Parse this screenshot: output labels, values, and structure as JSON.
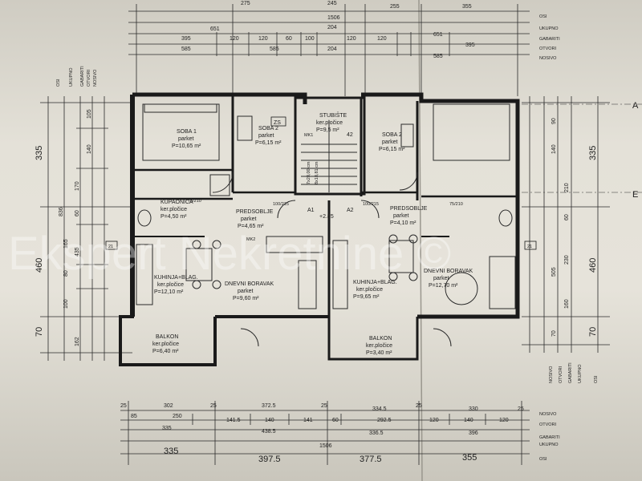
{
  "watermark": "Ekspert Nekretnine ©",
  "top_dims": {
    "row1": [
      "275",
      "245",
      "255",
      "355"
    ],
    "row2": [
      "1506"
    ],
    "row3": [
      "651",
      "204",
      "651"
    ],
    "row4": [
      "395",
      "120",
      "120",
      "60",
      "100",
      "120",
      "120",
      "395"
    ],
    "row5": [
      "585",
      "585",
      "204",
      "585"
    ],
    "labels_right": [
      "OSI",
      "UKUPNO",
      "GABARITI",
      "OTVORI",
      "NOSIVO"
    ]
  },
  "left_dims": {
    "labels": [
      "OSI",
      "UKUPNO",
      "GABARITI",
      "OTVORI",
      "NOSIVO"
    ],
    "big": [
      "335",
      "460",
      "70"
    ],
    "mid": [
      "836",
      "435"
    ],
    "small": [
      "105",
      "140",
      "170",
      "60",
      "165",
      "80",
      "100",
      "162"
    ]
  },
  "right_dims": {
    "labels": [
      "NOSIVO",
      "OTVORI",
      "GABARITI",
      "UKUPNO",
      "OSI"
    ],
    "big": [
      "335",
      "460",
      "70"
    ],
    "small": [
      "90",
      "140",
      "210",
      "60",
      "505",
      "230",
      "160",
      "70"
    ]
  },
  "bottom_dims": {
    "row1": [
      "25",
      "302",
      "25",
      "372.5",
      "25",
      "334.5",
      "25",
      "330",
      "25"
    ],
    "row2": [
      "85",
      "250",
      "141.5",
      "140",
      "141",
      "60",
      "292.5",
      "120",
      "140",
      "120"
    ],
    "row3": [
      "335",
      "438.5",
      "336.5",
      "396"
    ],
    "row4": [
      "1506"
    ],
    "row5": [
      "335",
      "397.5",
      "377.5",
      "355"
    ],
    "labels_right": [
      "NOSIVO",
      "OTVORI",
      "GABARITI",
      "UKUPNO",
      "OSI"
    ]
  },
  "grid_marks": {
    "right_a": "A",
    "right_e": "E"
  },
  "rooms": [
    {
      "name": "SOBA 1",
      "finish": "parket",
      "area": "P=10,65 m²"
    },
    {
      "name": "SOBA 2",
      "finish": "parket",
      "area": "P=6,15 m²"
    },
    {
      "name": "STUBIŠTE",
      "finish": "ker.pločice",
      "area": "P=9,5 m²"
    },
    {
      "name": "SOBA 2",
      "finish": "parket",
      "area": "P=6,15 m²"
    },
    {
      "name": "KUPAONICA",
      "finish": "ker.pločice",
      "area": "P=4,50 m²"
    },
    {
      "name": "PREDSOBLJE",
      "finish": "parket",
      "area": "P=4,65 m²"
    },
    {
      "name": "PREDSOBLJE",
      "finish": "parket",
      "area": "P=4,10 m²"
    },
    {
      "name": "KUHINJA+BLAG.",
      "finish": "ker.pločice",
      "area": "P=12,10 m²"
    },
    {
      "name": "DNEVNI BORAVAK",
      "finish": "parket",
      "area": "P=9,60 m²"
    },
    {
      "name": "KUHINJA+BLAG.",
      "finish": "ker.pločice",
      "area": "P=9,65 m²"
    },
    {
      "name": "DNEVNI BORAVAK",
      "finish": "parket",
      "area": "P=12,70 m²"
    },
    {
      "name": "BALKON",
      "finish": "ker.pločice",
      "area": "P=6,40 m²"
    },
    {
      "name": "BALKON",
      "finish": "ker.pločice",
      "area": "P=3,40 m²"
    }
  ],
  "plan_labels": {
    "zs": "ZS",
    "mk1": "MK1",
    "mk2": "MK2",
    "step_no": "42",
    "a1": "A1",
    "a2": "A2",
    "level": "+2.85",
    "door_75_210_a": "75/210",
    "door_75_210_b": "75/210",
    "door_100_215_a": "100/215",
    "door_100_215_b": "100/215",
    "mark_21_left": "21",
    "mark_21_right": "21",
    "stair_a": "7x28,00 cm",
    "stair_b": "8x18,81 cm"
  }
}
